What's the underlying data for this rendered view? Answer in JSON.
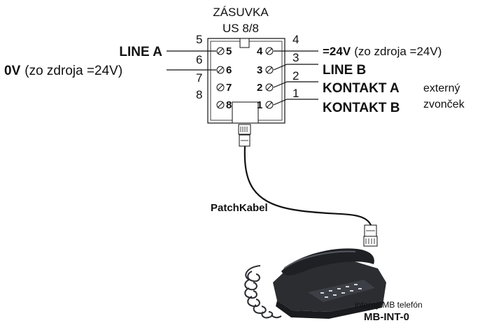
{
  "socket": {
    "title_line1": "ZÁSUVKA",
    "title_line2": "US 8/8"
  },
  "left_labels": {
    "line_a": "LINE A",
    "zero_v_bold": "0V",
    "zero_v_rest": "(zo zdroja =24V)"
  },
  "right_labels": {
    "plus24_bold": "=24V",
    "plus24_rest": "(zo zdroja =24V)",
    "line_b": "LINE B",
    "kontakt_a": "KONTAKT A",
    "kontakt_b": "KONTAKT B",
    "externy": "externý",
    "zvoncek": "zvonček"
  },
  "wire_numbers_left": [
    "5",
    "6",
    "7",
    "8"
  ],
  "wire_numbers_right": [
    "4",
    "3",
    "2",
    "1"
  ],
  "terminals_left": [
    "5",
    "6",
    "7",
    "8"
  ],
  "terminals_right": [
    "4",
    "3",
    "2",
    "1"
  ],
  "cable": {
    "label": "PatchKabel"
  },
  "phone": {
    "caption": "interný MB telefón",
    "model": "MB-INT-0"
  },
  "colors": {
    "line": "#111111",
    "phone_body": "#2b2d31",
    "phone_highlight": "#55585e"
  }
}
